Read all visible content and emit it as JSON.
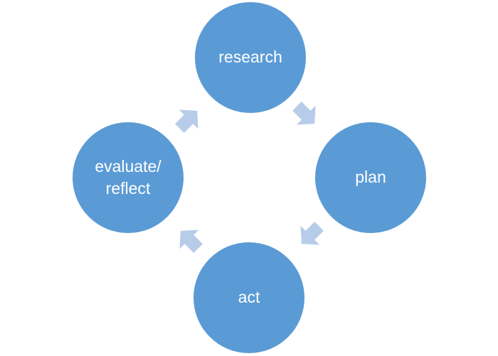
{
  "cycle": {
    "steps": [
      {
        "label": "research"
      },
      {
        "label": "plan"
      },
      {
        "label": "act"
      },
      {
        "label": "evaluate/\nreflect"
      }
    ]
  },
  "colors": {
    "node": "#5b9bd5",
    "arrow": "#b7cce8",
    "text": "#ffffff"
  }
}
